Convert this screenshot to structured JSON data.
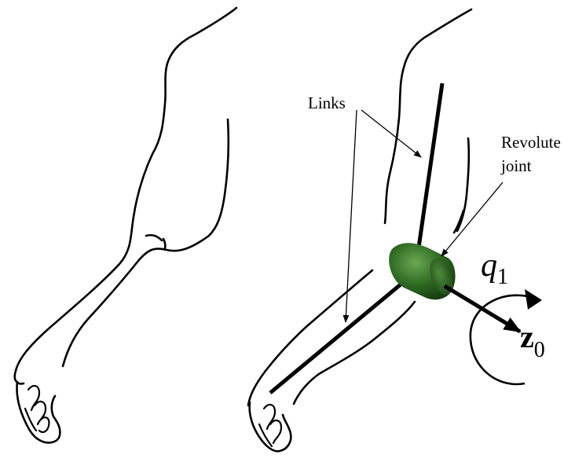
{
  "labels": {
    "links": "Links",
    "revolute_line1": "Revolute",
    "revolute_line2": "joint",
    "q_symbol": "q",
    "q_subscript": "1",
    "z_symbol": "z",
    "z_subscript": "0"
  },
  "colors": {
    "joint": "#2f6b22",
    "joint_dark": "#1f4a16",
    "joint_light": "#5a9a45",
    "ink": "#000000"
  }
}
